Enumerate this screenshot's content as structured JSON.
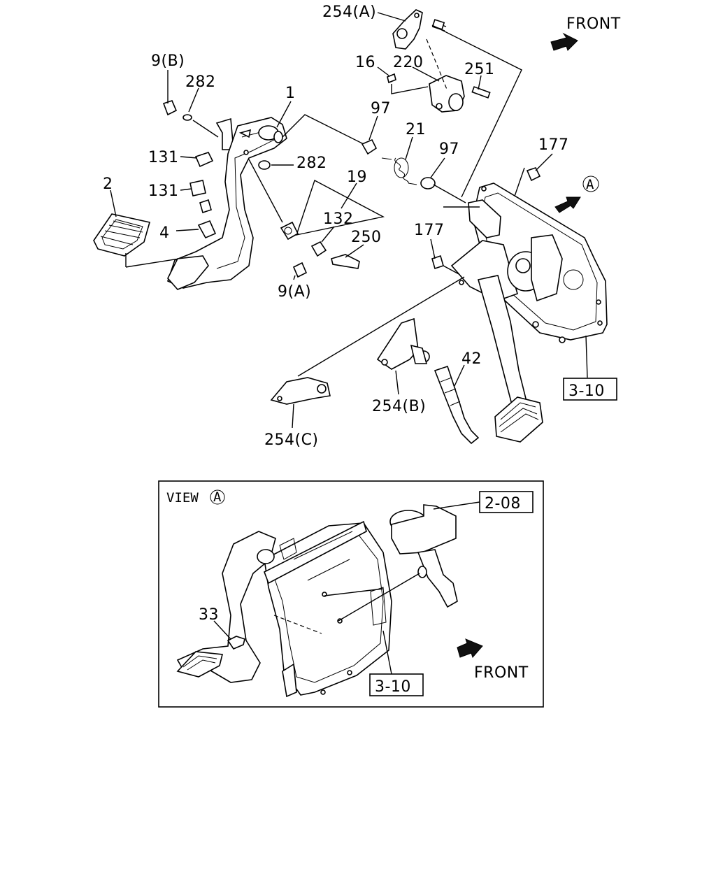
{
  "callouts": {
    "c254a": "254(A)",
    "c9b": "9(B)",
    "c282a": "282",
    "c16": "16",
    "c220": "220",
    "c251": "251",
    "c1": "1",
    "c97a": "97",
    "c21": "21",
    "c97b": "97",
    "c177a": "177",
    "c131a": "131",
    "c282b": "282",
    "c19": "19",
    "c2": "2",
    "c131b": "131",
    "c132": "132",
    "c250": "250",
    "c177b": "177",
    "c4": "4",
    "c9a": "9(A)",
    "c42": "42",
    "c254b": "254(B)",
    "c254c": "254(C)",
    "c33": "33"
  },
  "direction": {
    "front_top": "FRONT",
    "front_bottom": "FRONT",
    "view_marker": "A",
    "view_title": "VIEW",
    "view_title_marker": "A"
  },
  "references": {
    "ref_top": "3-10",
    "ref_inset_master": "2-08",
    "ref_inset": "3-10"
  }
}
